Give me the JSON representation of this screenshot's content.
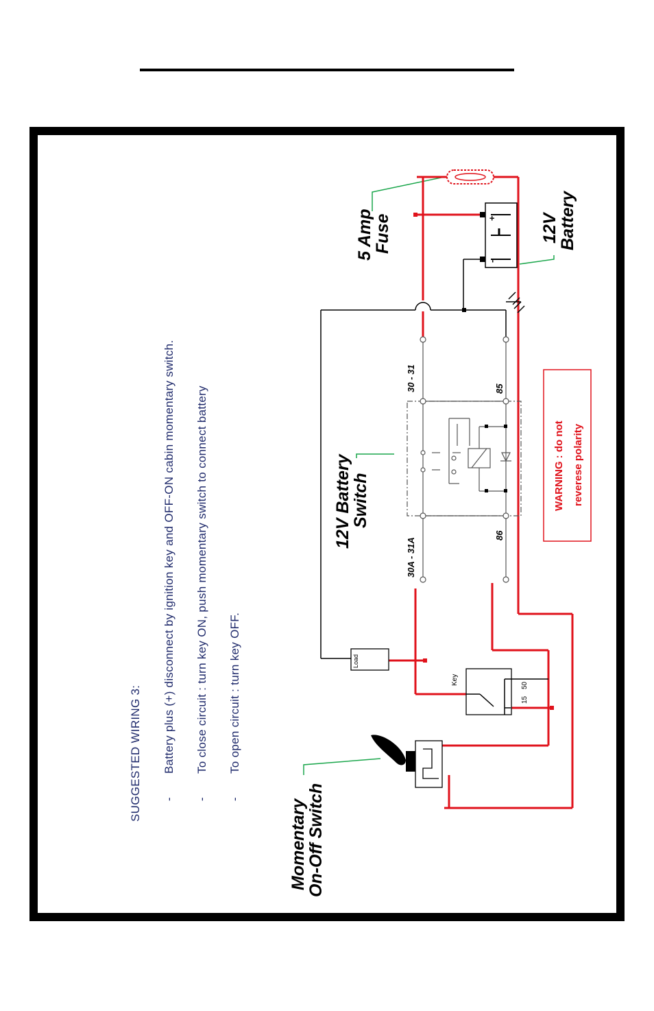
{
  "instructions": {
    "heading": "SUGGESTED WIRING 3:",
    "items": [
      "Battery plus (+) disconnect by ignition key and  OFF-ON cabin momentary switch.",
      "To close circuit : turn key ON, push momentary switch to connect battery",
      "To open circuit : turn key OFF."
    ],
    "bullet": "-"
  },
  "labels": {
    "fuse": [
      "5 Amp",
      "Fuse"
    ],
    "battery": [
      "12V",
      "Battery"
    ],
    "relay": [
      "12V Battery",
      "Switch"
    ],
    "momentary": [
      "Momentary",
      "On-Off Switch"
    ]
  },
  "pins": {
    "p30_31": "30 - 31",
    "p30a_31a": "30A - 31A",
    "p85": "85",
    "p86": "86"
  },
  "components": {
    "load": "Load",
    "key": "Key",
    "key_15": "15",
    "key_50": "50",
    "battery_plus": "+",
    "battery_minus": "-"
  },
  "warning": [
    "WARNING : do not",
    "reverese polarity"
  ],
  "colors": {
    "wire_positive": "#e0121b",
    "wire_label": "#1aa64b",
    "text_blue": "#1f2a6b"
  }
}
